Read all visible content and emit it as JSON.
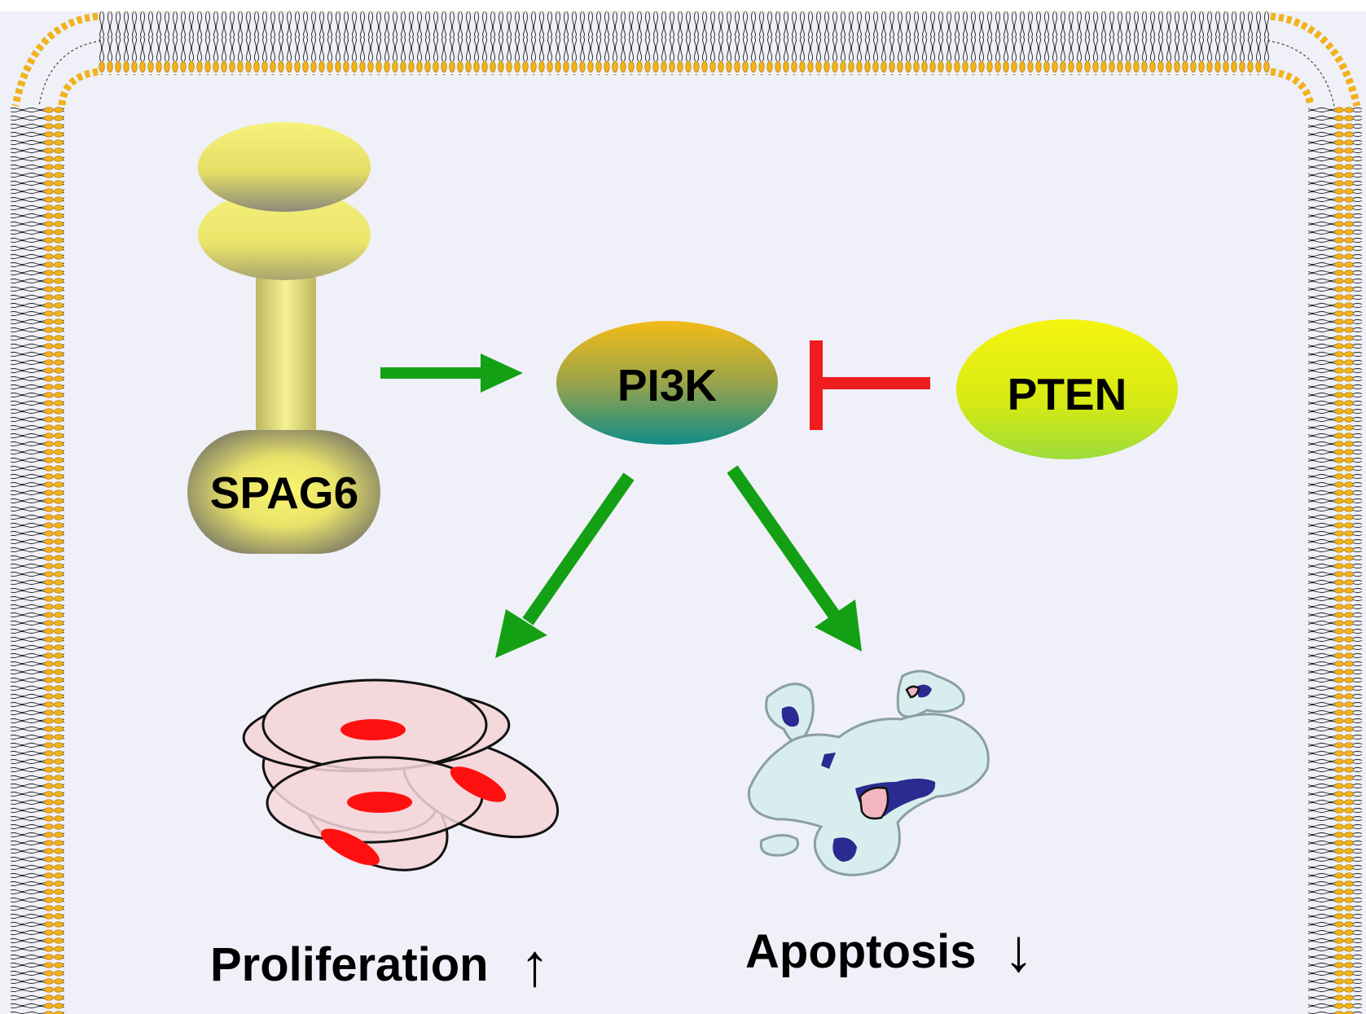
{
  "nodes": {
    "spag6": "SPAG6",
    "pi3k": "PI3K",
    "pten": "PTEN"
  },
  "outcomes": {
    "proliferation": "Proliferation",
    "proliferation_arrow": "↑",
    "apoptosis": "Apoptosis",
    "apoptosis_arrow": "↓"
  },
  "edges": [
    {
      "from": "SPAG6",
      "to": "PI3K",
      "type": "activation"
    },
    {
      "from": "PTEN",
      "to": "PI3K",
      "type": "inhibition"
    },
    {
      "from": "PI3K",
      "to": "Proliferation",
      "type": "activation"
    },
    {
      "from": "PI3K",
      "to": "Apoptosis",
      "type": "activation"
    }
  ],
  "colors": {
    "background": "#eff0f8",
    "membrane_head": "#f2b21a",
    "activation_arrow": "#14a014",
    "inhibition_bar": "#ee1c1c",
    "proliferating_cell": "#f4d8dc",
    "nucleus": "#ff1010",
    "apoptotic_fragment": "#d8eeee",
    "condensed_chromatin": "#2a2a90"
  }
}
